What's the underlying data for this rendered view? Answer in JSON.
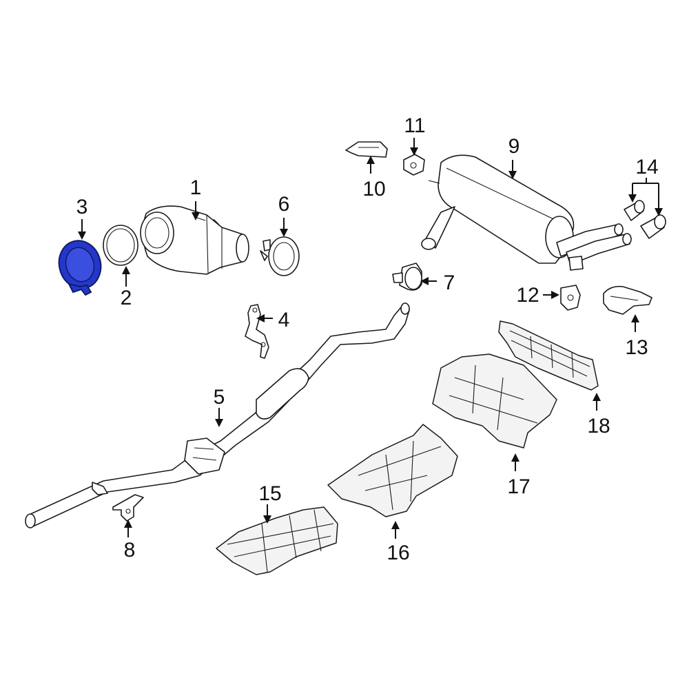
{
  "callouts": {
    "c1": "1",
    "c2": "2",
    "c3": "3",
    "c4": "4",
    "c5": "5",
    "c6": "6",
    "c7": "7",
    "c8": "8",
    "c9": "9",
    "c10": "10",
    "c11": "11",
    "c12": "12",
    "c13": "13",
    "c14": "14",
    "c15": "15",
    "c16": "16",
    "c17": "17",
    "c18": "18"
  },
  "colors": {
    "highlight": "#2437c9",
    "line": "#1a1a1a",
    "background": "#ffffff"
  },
  "highlighted_part": "3"
}
